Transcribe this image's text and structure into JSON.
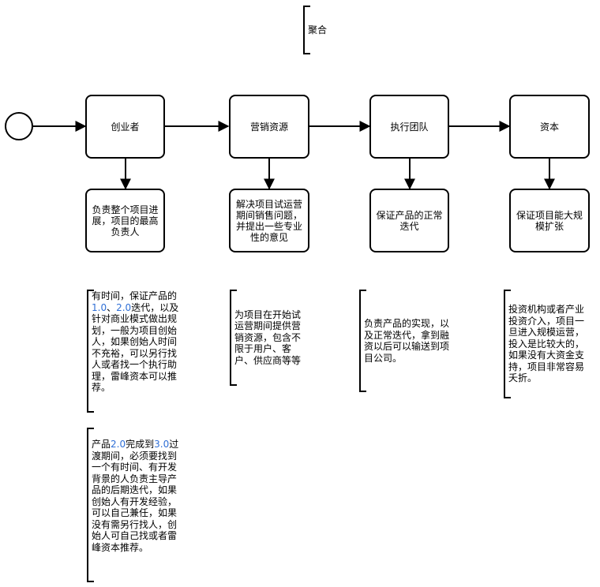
{
  "aggregate_label": "聚合",
  "stages": [
    {
      "label": "创业者",
      "description": "负责整个项目进展，项目的最高负责人"
    },
    {
      "label": "营销资源",
      "description": "解决项目试运营期间销售问题，并提出一些专业性的意见"
    },
    {
      "label": "执行团队",
      "description": "保证产品的正常迭代"
    },
    {
      "label": "资本",
      "description": "保证项目能大规模扩张"
    }
  ],
  "annotations": {
    "founder_1": {
      "text_a": "有时间，保证产品的",
      "version_a": "1.0",
      "sep": "、",
      "version_b": "2.0",
      "text_b": "迭代，以及针对商业模式做出规划，一般为项目创始人，如果创始人时间不充裕，可以另行找人或者找一个执行助理，雷峰资本可以推荐。"
    },
    "founder_2": {
      "text_a": "产品",
      "version_a": "2.0",
      "text_b": "完成到",
      "version_b": "3.0",
      "text_c": "过渡期间，必须要找到一个有时间、有开发背景的人负责主导产品的后期迭代，如果创始人有开发经验，可以自己兼任，如果没有需另行找人，创始人可自己找或者雷峰资本推荐。"
    },
    "marketing": "为项目在开始试运营期间提供营销资源，包含不限于用户、客户、供应商等等",
    "team": "负责产品的实现，以及正常迭代，拿到融资以后可以输送到项目公司。",
    "capital": "投资机构或者产业投资介入，项目一旦进入规模运营，投入是比较大的，如果没有大资金支持，项目非常容易夭折。"
  },
  "colors": {
    "stroke": "#000000",
    "highlight": "#2f6fd6",
    "background": "#ffffff"
  }
}
